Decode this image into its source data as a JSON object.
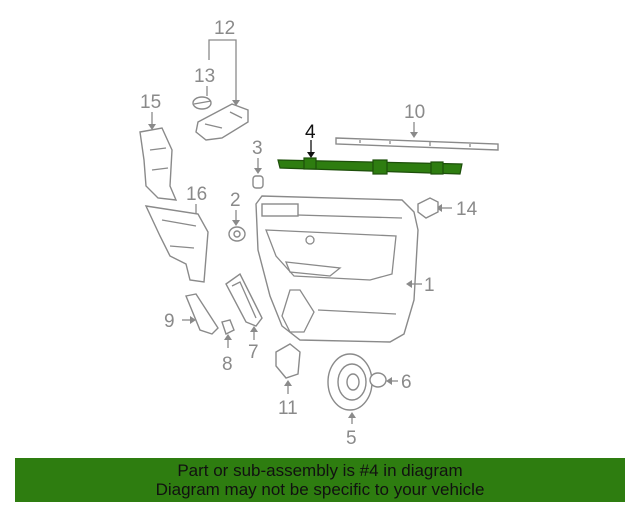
{
  "diagram": {
    "highlight_color": "#2e7d10",
    "callouts": [
      {
        "id": "1",
        "label": "1"
      },
      {
        "id": "2",
        "label": "2"
      },
      {
        "id": "3",
        "label": "3"
      },
      {
        "id": "4",
        "label": "4",
        "highlighted": true
      },
      {
        "id": "5",
        "label": "5"
      },
      {
        "id": "6",
        "label": "6"
      },
      {
        "id": "7",
        "label": "7"
      },
      {
        "id": "8",
        "label": "8"
      },
      {
        "id": "9",
        "label": "9"
      },
      {
        "id": "10",
        "label": "10"
      },
      {
        "id": "11",
        "label": "11"
      },
      {
        "id": "12",
        "label": "12"
      },
      {
        "id": "13",
        "label": "13"
      },
      {
        "id": "14",
        "label": "14"
      },
      {
        "id": "15",
        "label": "15"
      },
      {
        "id": "16",
        "label": "16"
      }
    ]
  },
  "banner": {
    "line1": "Part or sub-assembly is #4 in diagram",
    "line2": "Diagram may not be specific to your vehicle",
    "background": "#2e7d10"
  }
}
